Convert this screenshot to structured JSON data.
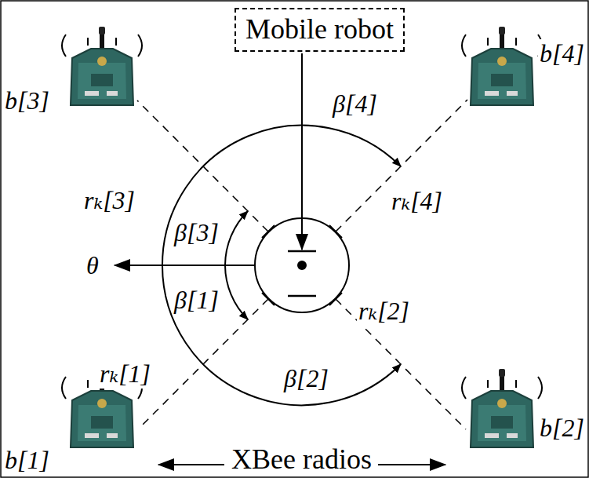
{
  "diagram": {
    "nodes": [
      {
        "text": [
          "Mobile robot"
        ]
      }
    ],
    "labels": [
      "b[3]",
      "b[4]",
      "rₖ[3]",
      "β[4]",
      "rₖ[4]",
      "β[3]",
      "θ",
      "β[1]",
      "rₖ[2]",
      "rₖ[1]",
      "β[2]",
      "b[2]",
      "b[1]",
      "XBee radios"
    ]
  }
}
